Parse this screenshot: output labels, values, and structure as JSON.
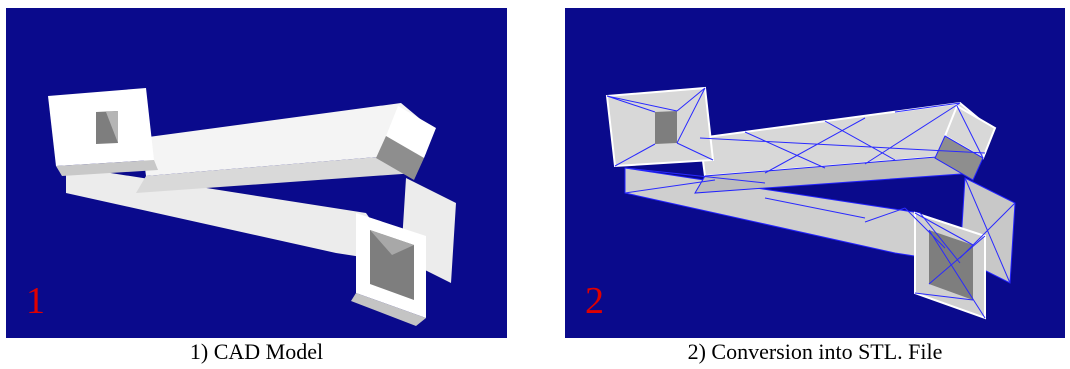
{
  "colors": {
    "background": "#0a0a8c",
    "model_face_light": "#ffffff",
    "model_face_mid": "#d4d4d4",
    "model_face_dark": "#7e7e7e",
    "mesh_line": "#2222ff",
    "panel_number": "#e00000"
  },
  "panels": [
    {
      "number": "1",
      "caption": "1) CAD Model"
    },
    {
      "number": "2",
      "caption": "2) Conversion into STL. File"
    }
  ]
}
